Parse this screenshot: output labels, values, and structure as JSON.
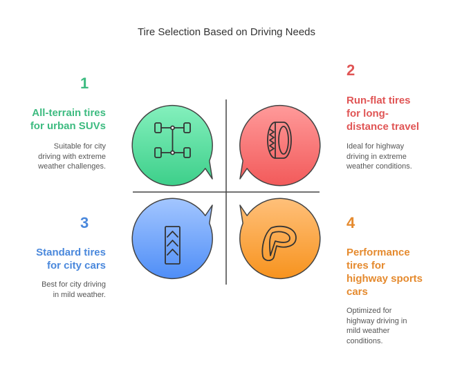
{
  "title": "Tire Selection Based on Driving Needs",
  "quadrants": [
    {
      "number": "1",
      "heading_lines": [
        "All-terrain tires",
        "for urban SUVs"
      ],
      "description_lines": [
        "Suitable for city",
        "driving with extreme",
        "weather challenges."
      ],
      "icon": "axle-icon",
      "color": "#3dbb80"
    },
    {
      "number": "2",
      "heading_lines": [
        "Run-flat tires",
        "for long-",
        "distance travel"
      ],
      "description_lines": [
        "Ideal for highway",
        "driving in extreme",
        "weather conditions."
      ],
      "icon": "tire-icon",
      "color": "#e05555"
    },
    {
      "number": "3",
      "heading_lines": [
        "Standard tires",
        "for city cars"
      ],
      "description_lines": [
        "Best for city driving",
        "in mild weather."
      ],
      "icon": "tire-tread-icon",
      "color": "#4a88dc"
    },
    {
      "number": "4",
      "heading_lines": [
        "Performance",
        "tires for",
        "highway sports",
        "cars"
      ],
      "description_lines": [
        "Optimized for",
        "highway driving in",
        "mild weather",
        "conditions."
      ],
      "icon": "race-track-icon",
      "color": "#e58a2e"
    }
  ]
}
